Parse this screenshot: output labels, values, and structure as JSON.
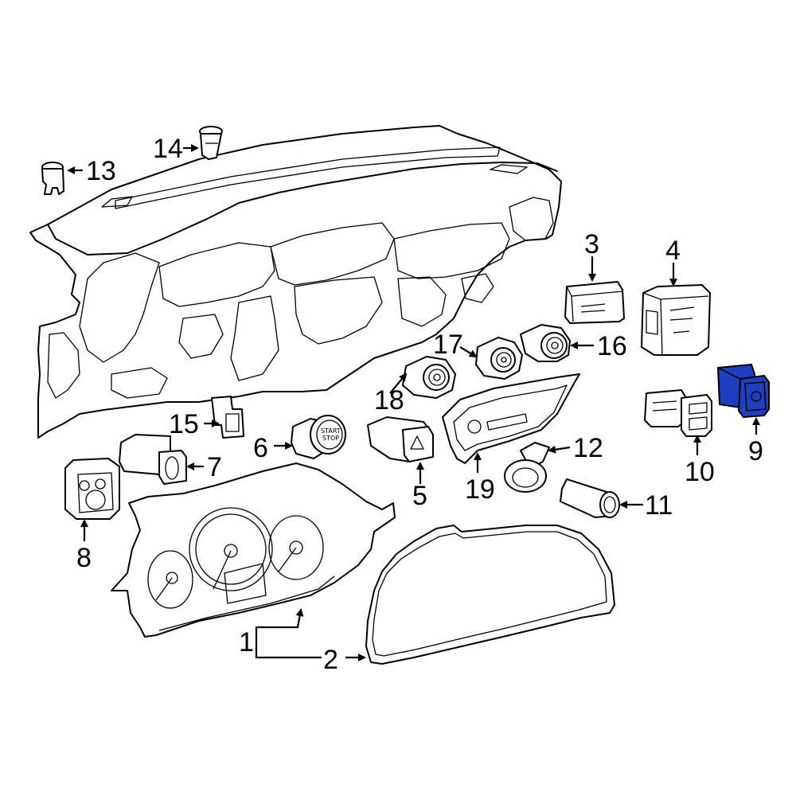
{
  "highlight_color": "#1f3fbf",
  "callouts": [
    {
      "id": "1",
      "text": "1"
    },
    {
      "id": "2",
      "text": "2"
    },
    {
      "id": "3",
      "text": "3"
    },
    {
      "id": "4",
      "text": "4"
    },
    {
      "id": "5",
      "text": "5"
    },
    {
      "id": "6",
      "text": "6"
    },
    {
      "id": "7",
      "text": "7"
    },
    {
      "id": "8",
      "text": "8"
    },
    {
      "id": "9",
      "text": "9"
    },
    {
      "id": "10",
      "text": "10"
    },
    {
      "id": "11",
      "text": "11"
    },
    {
      "id": "12",
      "text": "12"
    },
    {
      "id": "13",
      "text": "13"
    },
    {
      "id": "14",
      "text": "14"
    },
    {
      "id": "15",
      "text": "15"
    },
    {
      "id": "16",
      "text": "16"
    },
    {
      "id": "17",
      "text": "17"
    },
    {
      "id": "18",
      "text": "18"
    },
    {
      "id": "19",
      "text": "19"
    }
  ],
  "part_text": {
    "start_stop_1": "START",
    "start_stop_2": "STOP"
  }
}
